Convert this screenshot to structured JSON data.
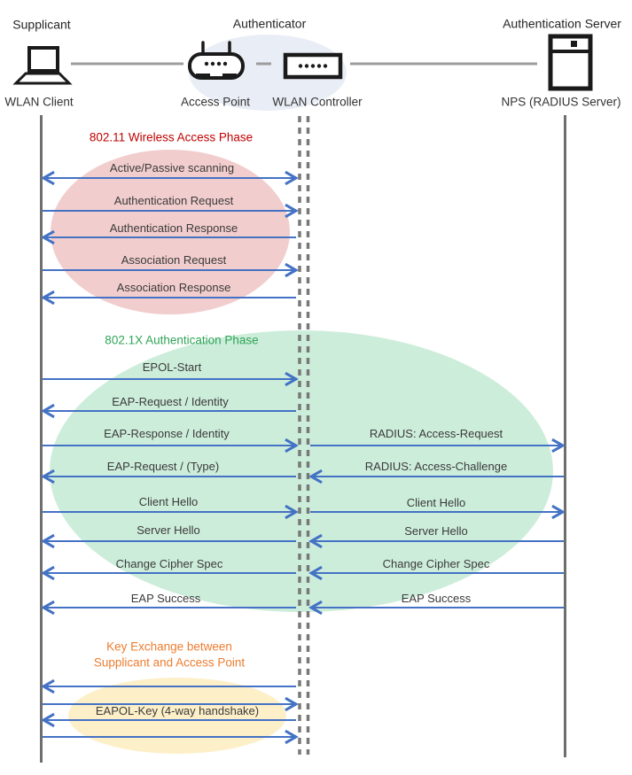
{
  "actors": {
    "supplicant": {
      "role": "Supplicant",
      "device": "WLAN Client"
    },
    "authenticator": {
      "role": "Authenticator",
      "access_point": "Access Point",
      "wlan_controller": "WLAN Controller"
    },
    "auth_server": {
      "role": "Authentication Server",
      "device": "NPS (RADIUS Server)"
    }
  },
  "phases": {
    "wireless_access": {
      "title": "802.11 Wireless Access Phase",
      "color": "#C00000",
      "ellipse_color": "#F2CDCD"
    },
    "authentication": {
      "title": "802.1X Authentication Phase",
      "color": "#2FA457",
      "ellipse_color": "#CDEDDB"
    },
    "key_exchange": {
      "title_line1": "Key Exchange between",
      "title_line2": "Supplicant and Access Point",
      "color": "#ED7D31",
      "ellipse_color": "#FDF0C8"
    }
  },
  "messages": {
    "scanning": {
      "label": "Active/Passive scanning",
      "span": "client-controller",
      "direction": "both"
    },
    "auth_request": {
      "label": "Authentication Request",
      "span": "client-controller",
      "direction": "to-authenticator"
    },
    "auth_response": {
      "label": "Authentication Response",
      "span": "client-controller",
      "direction": "to-supplicant"
    },
    "assoc_request": {
      "label": "Association Request",
      "span": "client-controller",
      "direction": "to-authenticator"
    },
    "assoc_response": {
      "label": "Association Response",
      "span": "client-controller",
      "direction": "to-supplicant"
    },
    "epol_start": {
      "label": "EPOL-Start",
      "span": "client-controller",
      "direction": "to-authenticator"
    },
    "eap_request_identity": {
      "label": "EAP-Request / Identity",
      "span": "client-controller",
      "direction": "to-supplicant"
    },
    "eap_response_identity": {
      "label": "EAP-Response / Identity",
      "span": "client-controller",
      "direction": "to-authenticator"
    },
    "radius_access_request": {
      "label": "RADIUS: Access-Request",
      "span": "controller-server",
      "direction": "to-server"
    },
    "eap_request_type": {
      "label": "EAP-Request / (Type)",
      "span": "client-controller",
      "direction": "to-supplicant"
    },
    "radius_access_challenge": {
      "label": "RADIUS: Access-Challenge",
      "span": "controller-server",
      "direction": "to-controller"
    },
    "client_hello_left": {
      "label": "Client Hello",
      "span": "client-controller",
      "direction": "to-authenticator"
    },
    "client_hello_right": {
      "label": "Client Hello",
      "span": "controller-server",
      "direction": "to-server"
    },
    "server_hello_left": {
      "label": "Server Hello",
      "span": "client-controller",
      "direction": "to-supplicant"
    },
    "server_hello_right": {
      "label": "Server Hello",
      "span": "controller-server",
      "direction": "to-controller"
    },
    "change_cipher_left": {
      "label": "Change Cipher Spec",
      "span": "client-controller",
      "direction": "to-supplicant"
    },
    "change_cipher_right": {
      "label": "Change Cipher Spec",
      "span": "controller-server",
      "direction": "to-controller"
    },
    "eap_success_left": {
      "label": "EAP Success",
      "span": "client-controller",
      "direction": "to-supplicant"
    },
    "eap_success_right": {
      "label": "EAP Success",
      "span": "controller-server",
      "direction": "to-controller"
    },
    "eapol_key": {
      "label": "EAPOL-Key (4-way handshake)",
      "span": "client-controller",
      "direction": "four-way"
    }
  },
  "colors": {
    "arrow": "#4472C4",
    "lifeline": "#6E6E6E",
    "connector": "#9C9C9C",
    "authenticator_bubble": "#E9EDF6",
    "icon_stroke": "#1A1A1A",
    "message_text": "#3A3A3A"
  }
}
